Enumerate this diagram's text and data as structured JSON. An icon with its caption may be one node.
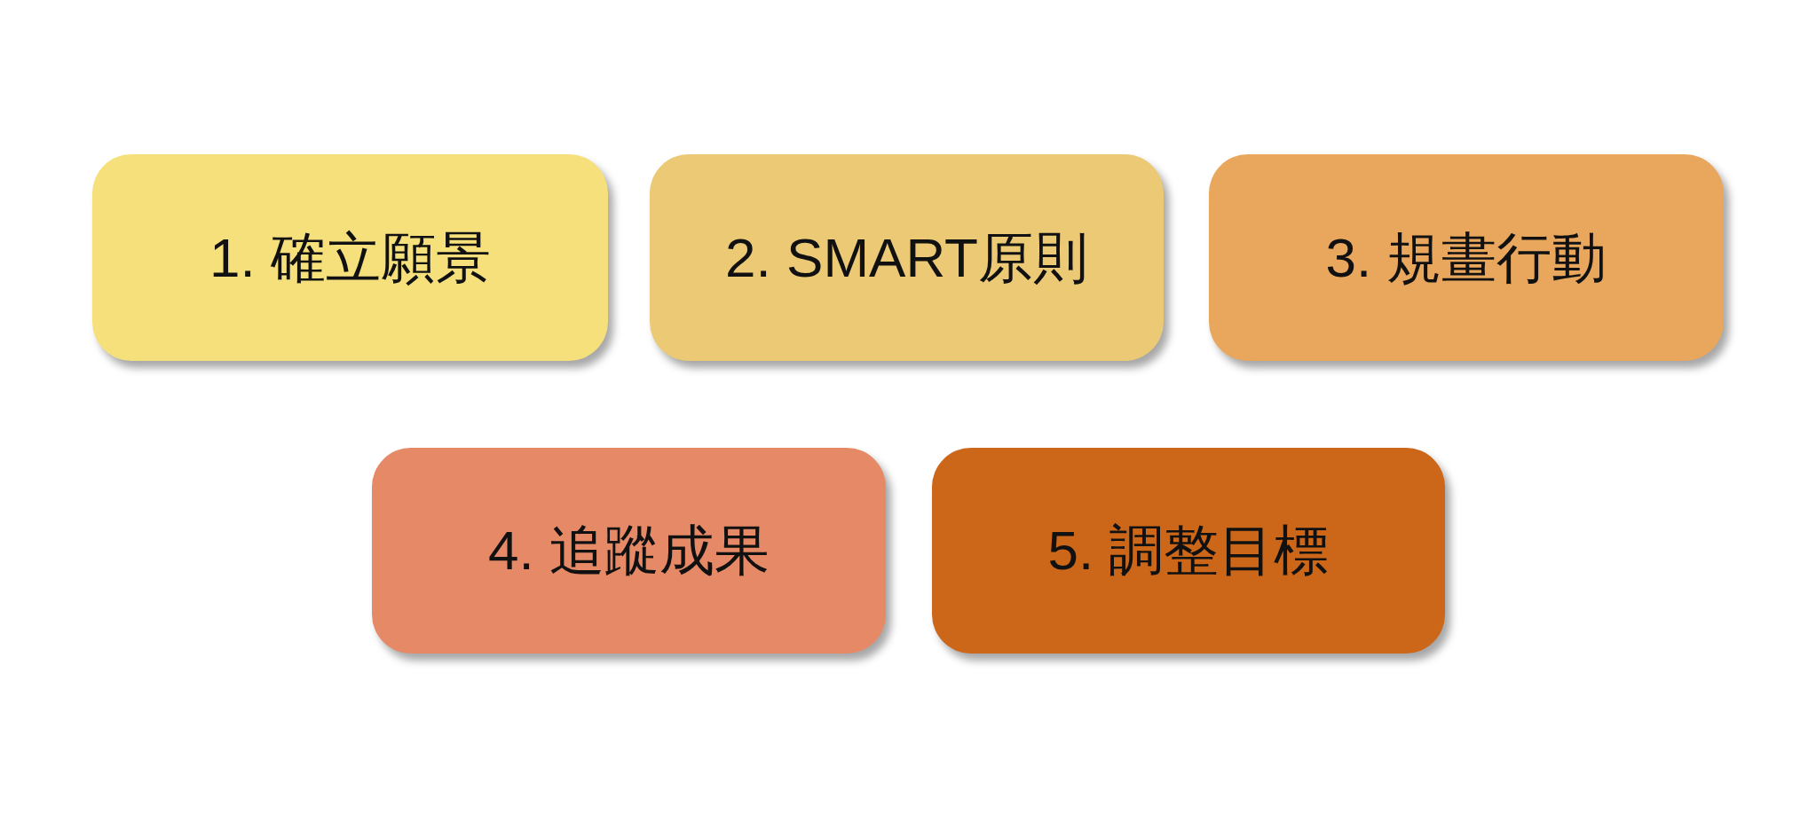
{
  "diagram": {
    "nodes": [
      {
        "text": [
          "1. 確立願景"
        ]
      },
      {
        "text": [
          "2. SMART原則"
        ]
      },
      {
        "text": [
          "3. 規畫行動"
        ]
      },
      {
        "text": [
          "4. 追蹤成果"
        ]
      },
      {
        "text": [
          "5. 調整目標"
        ]
      }
    ]
  }
}
